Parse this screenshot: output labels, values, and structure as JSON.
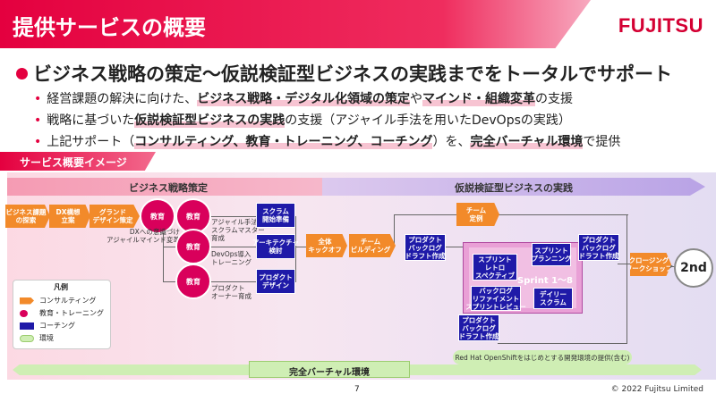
{
  "title": "提供サービスの概要",
  "logo": "FUJITSU",
  "headline": "ビジネス戦略の策定～仮説検証型ビジネスの実践までをトータルでサポート",
  "bullets": [
    {
      "marker": "•",
      "a": "経営課題の解決に向けた、",
      "b": "ビジネス戦略・デジタル化領域の策定",
      "c": "や",
      "d": "マインド・組織変革",
      "e": "の支援"
    },
    {
      "marker": "•",
      "a": "戦略に基づいた",
      "b": "仮説検証型ビジネスの実践",
      "c": "の支援（アジャイル手法を用いたDevOpsの実践）"
    },
    {
      "marker": "•",
      "a": "上記サポート（",
      "b": "コンサルティング、教育・トレーニング、コーチング",
      "c": "）を、",
      "d": "完全バーチャル環境",
      "e": "で提供"
    }
  ],
  "section_label": "サービス概要イメージ",
  "phases": [
    "ビジネス戦略策定",
    "仮説検証型ビジネスの実践"
  ],
  "steps": {
    "biz_issue": "ビジネス課題\nの探索",
    "dx_plan": "DX構想\n立案",
    "grand": "グランド\nデザイン策定",
    "edu": "教育",
    "edu_note": "DXへの意識づけ\nアジャイルマインド変革",
    "edu1": "教育",
    "edu2": "教育",
    "edu3": "教育",
    "note1": "アジャイル手法\nスクラムマスター\n育成",
    "note2": "DevOps導入\nトレーニング",
    "note3": "プロダクト\nオーナー育成",
    "scrum_prep": "スクラム\n開始準備",
    "arch": "アーキテクチャ\n検討",
    "prod_design": "プロダクト\nデザイン",
    "kickoff": "全体\nキックオフ",
    "team_build": "チーム\nビルディング",
    "backlog1": "プロダクト\nバックログ\nドラフト作成",
    "team_regular": "チーム\n定例",
    "sprint_retro": "スプリント\nレトロ\nスペクティブ",
    "sprint_plan": "スプリント\nプランニング",
    "backlog_refine": "バックログ\nリファイメント\nスプリントレビュー",
    "daily": "デイリー\nスクラム",
    "sprint_label": "Sprint 1～8",
    "backlog2": "プロダクト\nバックログ\nドラフト作成",
    "backlog3": "プロダクト\nバックログ\nドラフト作成",
    "closing": "クロージング\nワークショップ",
    "second": "2nd",
    "env_note": "Red Hat OpenShiftをはじめとする開発環境の提供(含む)",
    "virtual": "完全バーチャル環境"
  },
  "legend": {
    "title": "凡例",
    "items": [
      {
        "label": "コンサルティング",
        "color": "#f28a2a"
      },
      {
        "label": "教育・トレーニング",
        "color": "#d9005b"
      },
      {
        "label": "コーチング",
        "color": "#1f1aa8"
      },
      {
        "label": "環境",
        "color": "#cfeeb4"
      }
    ]
  },
  "page_number": "7",
  "copyright": "© 2022 Fujitsu Limited",
  "colors": {
    "accent": "#e4003f",
    "consulting": "#f28a2a",
    "education": "#d9005b",
    "coaching": "#1f1aa8",
    "environment": "#cfeeb4"
  }
}
